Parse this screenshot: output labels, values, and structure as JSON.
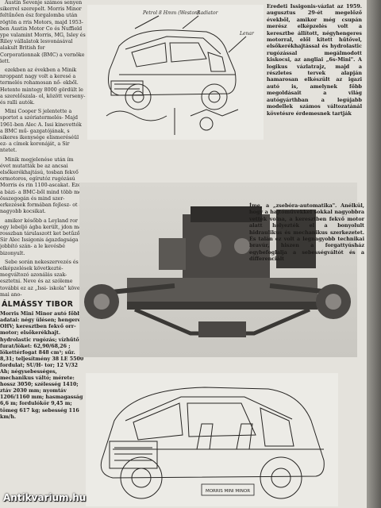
{
  "article": {
    "left_paragraphs": [
      "Austin Sevenje számos senyen sikerrel szerepelt. Morris Minor feltűnően ész forgalomba után rögtön a rris Motors, majd 1953-ben Austin Motor Co és Nuffield ype valamint Morris, MG, Isley és Riley vállalatok lesvonásával alakult British for Corporationnak (BMC) a vernöke lett.",
      "ezekben az években a Minik nroppant nagy volt a keresé a termelés rohamosan nő- ekből. Hetente mintegy 8000 gördült le a szerelőszala- ol, között verseny- és ralli autók.",
      "Mini Cooper S jelentette a sportot a szériatermelés- Majd 1961-ben Alec A. Issi kinevették a BMC mű- gazgatójának, s sikeres ikenysége elismeréséül ez- a címek koronáját, a Sir ntetet.",
      "Minik megjelenése után ím évet mutatták be az ancsai elsőkerékhajtású, tosban fekvő ormotoros, egírutóz rugózású Morris és rin 1100-ascakat. Ezen a bázi- a BMC-ből mind több mo össze­gogán és mind szer- erkezések formában fejlesz- ot a nagyobb kocsikat.",
      "amikor később a Leyland ror egy lebeljó ágba került, jdon már rosszban tárulaszott ket betűző Sir Alec Issigonis ágazdagsága és jobbító szán- a le kevésbé bizonyult.",
      "Sebe során nekeszervezés és elképzelések következté- megváltozó azonálás szak- esztetni. Neve és az szóleme további ez az „Issi- iskola\" követő mai ano-"
    ],
    "byline": "ÁLMÁSSY TIBOR",
    "specs": "Morris Mini Minor autó főbb adatai: négy ülésen; hengeres; OHV; keresztben fekvő orr-motor; elsőkerékhajt. hydrolastic rugózás; vízhűtő; furat/löket: 62,90/68,26 ; lökettérfogat 848 cm³; sűr. 8,31; teljesítmény 38 LE 5500 fordulat; SU/H- tor; 12 V/32 Ah; négysebességes, mechanikus váltó; mérete: hossz 3050; szélesség 1410; ztáv 2030 mm; nyomtáv 1206/1160 mm; hasmagasság 6,6 m; fordulókör 9,45 m; tömeg 617 kg; sebesség 116 km/h."
  },
  "captions": {
    "fig1": "Eredeti Issigonis-vázlat az 1959. augusztus 29-ét megelőző évekből, amikor még csupán merész elképzelés volt a keresztbe állított, négyhengeres motorral, elől kitett hűtővel, elsőkerékhajtással és hydrolastic rugózással megálmodott kiskocsi, az angliai „6s-Mini\". A logikus vázlatrajz, majd a részletes tervek alapján hamarosan elkészült az igazi autó is, amelynek főbb megoldásait a világ autógyárthban a legújabb modellek számos változatánál követésre érdemesnek tartják",
    "fig2": "Íme, a „zsebóra-automatika\". Anélkül, hogy a hajtóművekkel sokkal nagyobbra vették volna, a keresztben fekvő motor alatt helyezték el a bonyolult hidraulikus és mechanikus szerkezetet. És talán ez volt a legnagyobb technikai bravúr, hiszen a forgattyúsház egybefoglalja a sebességváltót és a differenciált"
  },
  "sketch_notes": [
    "Petrol 8 Hmm (Weston)",
    "Radiator",
    "Lenar"
  ],
  "figure3_label": "MORRIS MINI MINOR",
  "watermark": "Antikvarium.hu"
}
